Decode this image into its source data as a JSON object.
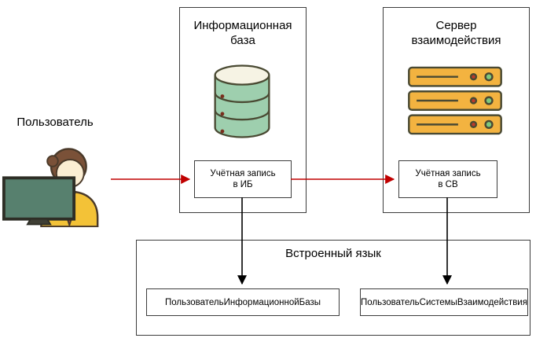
{
  "diagram": {
    "user_label": "Пользователь",
    "info_base": {
      "title_lines": [
        "Информационная",
        "база"
      ],
      "account_lines": [
        "Учётная запись",
        "в ИБ"
      ]
    },
    "interaction_server": {
      "title_lines": [
        "Сервер",
        "взаимодействия"
      ],
      "account_lines": [
        "Учётная запись",
        "в СВ"
      ]
    },
    "builtin_language": {
      "title": "Встроенный язык",
      "objects": [
        "ПользовательИнформационнойБазы",
        "ПользовательСистемыВзаимодействия"
      ]
    }
  },
  "icons": {
    "user": "user-at-computer-icon",
    "database": "database-icon",
    "server": "server-stack-icon"
  },
  "colors": {
    "box_border": "#3c3c3c",
    "red_arrow": "#c00000",
    "black_arrow": "#000000",
    "db_green": "#9ecfae",
    "db_top_cream": "#f6f3e4",
    "server_orange": "#f3b340",
    "status_red": "#c0392b",
    "status_green": "#7ec97e",
    "monitor_green": "#57806e",
    "shirt_yellow": "#f3c237",
    "tie_red": "#c43a2b",
    "hair_brown": "#7a5138",
    "skin": "#fbeed3"
  }
}
